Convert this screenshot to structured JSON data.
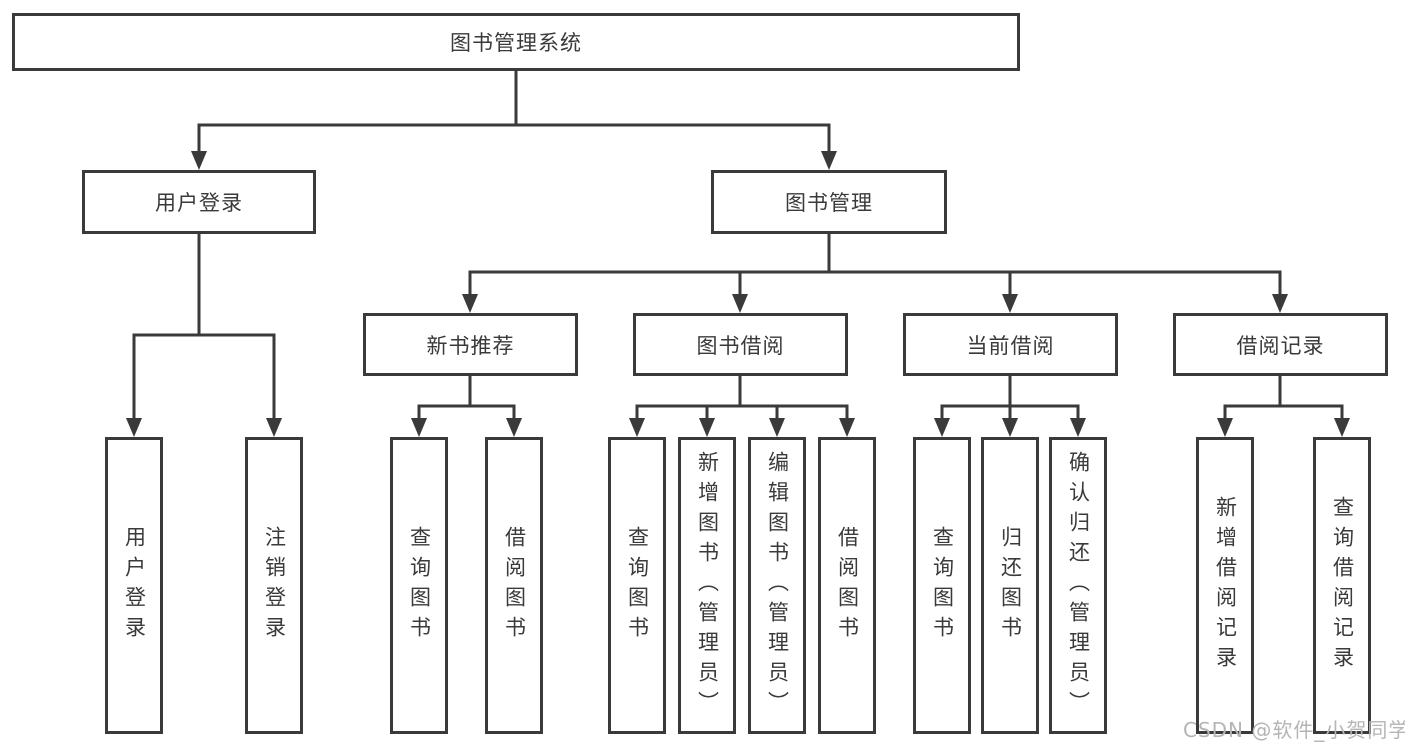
{
  "diagram": {
    "root": "图书管理系统",
    "level2": [
      "用户登录",
      "图书管理"
    ],
    "level3": [
      "新书推荐",
      "图书借阅",
      "当前借阅",
      "借阅记录"
    ],
    "leaves": {
      "user_login": [
        "用户登录",
        "注销登录"
      ],
      "new_book_recommend": [
        "查询图书",
        "借阅图书"
      ],
      "book_borrow": [
        "查询图书",
        "新增图书（管理员）",
        "编辑图书（管理员）",
        "借阅图书"
      ],
      "current_borrow": [
        "查询图书",
        "归还图书",
        "确认归还（管理员）"
      ],
      "borrow_records": [
        "新增借阅记录",
        "查询借阅记录"
      ]
    },
    "watermark": "CSDN @软件_小贺同学",
    "colors": {
      "line": "#3a3a3a",
      "box_background": "#ffffff",
      "watermark": "#b5b5b5"
    }
  }
}
